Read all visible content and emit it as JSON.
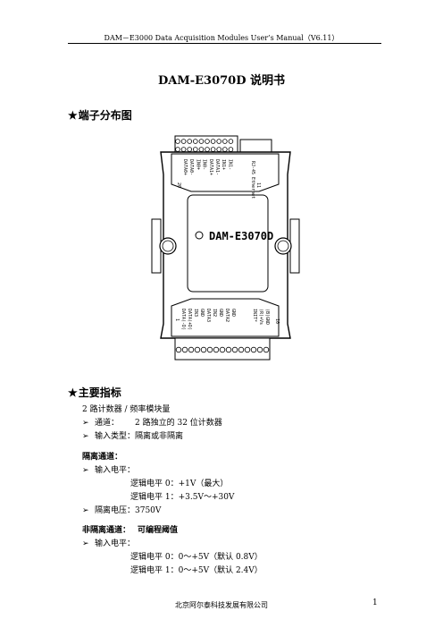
{
  "header": {
    "running_title": "DAM－E3000 Data Acquisition Modules User’s Manual（V6.11）"
  },
  "doc_title": "DAM-E3070D 说明书",
  "sections": {
    "terminals": {
      "star": "★",
      "heading": "端子分布图"
    },
    "specs": {
      "star": "★",
      "heading": "主要指标"
    }
  },
  "device": {
    "label": "DAM-E3070D",
    "top_pins": [
      "DATA0+",
      "DATA0-",
      "IN0+",
      "IN0-",
      "DATA1+",
      "DATA1-",
      "IN1+",
      "IN1-"
    ],
    "top_ethernet": "RJ-45 Ethernet",
    "top_numbers": {
      "left": "20",
      "right": "11"
    },
    "bottom_pins": [
      "DATA(-D)",
      "DATA(+D)",
      "IN3",
      "GND",
      "DATA3",
      "IN2",
      "GND",
      "DATA2",
      "GND"
    ],
    "bottom_right_pins": [
      "INIT*",
      "(R)+Vs",
      "(B)GND"
    ],
    "bottom_numbers": {
      "left": "1",
      "right": "10"
    }
  },
  "specs": {
    "intro": "2 路计数器 / 频率模块量",
    "items": [
      {
        "label": "通道：",
        "value": "2 路独立的 32 位计数器"
      },
      {
        "label": "输入类型：",
        "value": "隔离或非隔离"
      }
    ],
    "isolated": {
      "heading": "隔离通道：",
      "input_level": "输入电平：",
      "logic0": "逻辑电平 0：+1V（最大）",
      "logic1": "逻辑电平 1：+3.5V～+30V",
      "isolation": "隔离电压：3750V"
    },
    "nonisolated": {
      "heading": "非隔离通道：",
      "heading2": "可编程阈值",
      "input_level": "输入电平：",
      "logic0": "逻辑电平 0：0～+5V（默认 0.8V）",
      "logic1": "逻辑电平 1：0～+5V（默认 2.4V）"
    }
  },
  "footer": {
    "company": "北京阿尔泰科技发展有限公司",
    "page": "1"
  },
  "icons": {
    "bullet": "arrow-bullet-icon",
    "star": "star-icon"
  }
}
